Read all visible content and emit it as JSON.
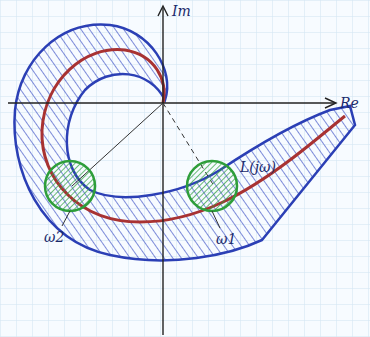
{
  "diagram": {
    "labels": [
      "Im",
      "Re",
      "ω2",
      "ω1",
      "L(jω)"
    ]
  }
}
